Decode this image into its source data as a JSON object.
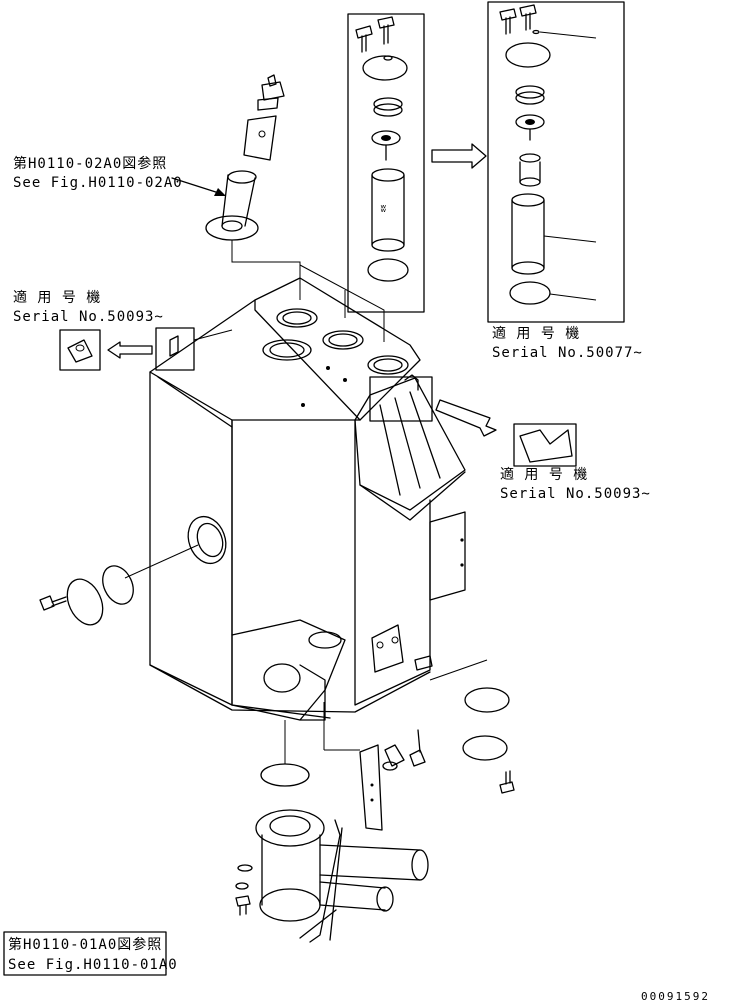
{
  "labels": {
    "ref_02a0_jp": "第H0110-02A0図参照",
    "ref_02a0_en": "See Fig.H0110-02A0",
    "serial_left_jp": "適 用 号 機",
    "serial_left_en": "Serial No.50093~",
    "serial_top_jp": "適 用 号 機",
    "serial_top_en": "Serial No.50077~",
    "serial_right_jp": "適 用 号 機",
    "serial_right_en": "Serial No.50093~",
    "ref_01a0_jp": "第H0110-01A0図参照",
    "ref_01a0_en": "See Fig.H0110-01A0",
    "drawing_number": "00091592"
  },
  "colors": {
    "line": "#000000",
    "background": "#ffffff"
  }
}
